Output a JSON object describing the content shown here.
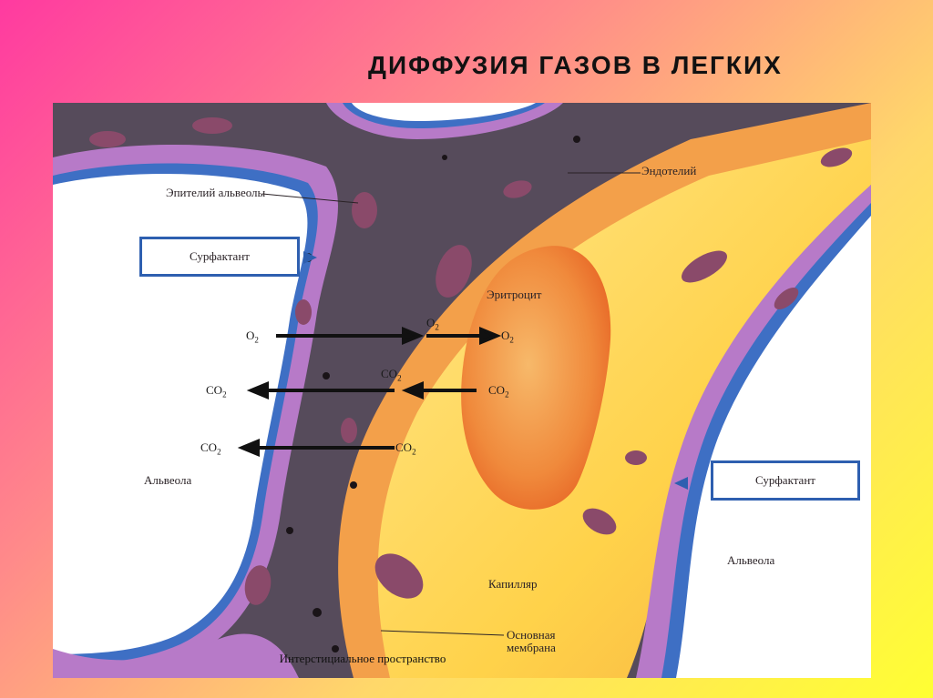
{
  "slide": {
    "title": "ДИФФУЗИЯ ГАЗОВ В ЛЕГКИХ"
  },
  "labels": {
    "epithelium": "Эпителий альвеолы",
    "surfactant_left": "Сурфактант",
    "surfactant_right": "Сурфактант",
    "endothelium": "Эндотелий",
    "erythrocyte": "Эритроцит",
    "alveolus_left": "Альвеола",
    "alveolus_right": "Альвеола",
    "capillary": "Капилляр",
    "basement_membrane": "Основная мембрана",
    "interstitial_space": "Интерстициальное пространство"
  },
  "gases": {
    "o2_a": "O",
    "o2_a_sub": "2",
    "o2_b": "O",
    "o2_b_sub": "2",
    "o2_c": "O",
    "o2_c_sub": "2",
    "co2_a": "CO",
    "co2_a_sub": "2",
    "co2_b": "CO",
    "co2_b_sub": "2",
    "co2_c": "CO",
    "co2_c_sub": "2",
    "co2_d": "CO",
    "co2_d_sub": "2",
    "co2_e": "CO",
    "co2_e_sub": "2"
  },
  "colors": {
    "alveolus": "#ffffff",
    "epithelium": "#b77ac8",
    "interstitium": "#4a4050",
    "capillary": "#ffd24a",
    "endothelium": "#f3a04a",
    "erythrocyte": "#f08a3c",
    "nucleus": "#8a4a6a",
    "surfactant_border": "#2e5fb0"
  }
}
